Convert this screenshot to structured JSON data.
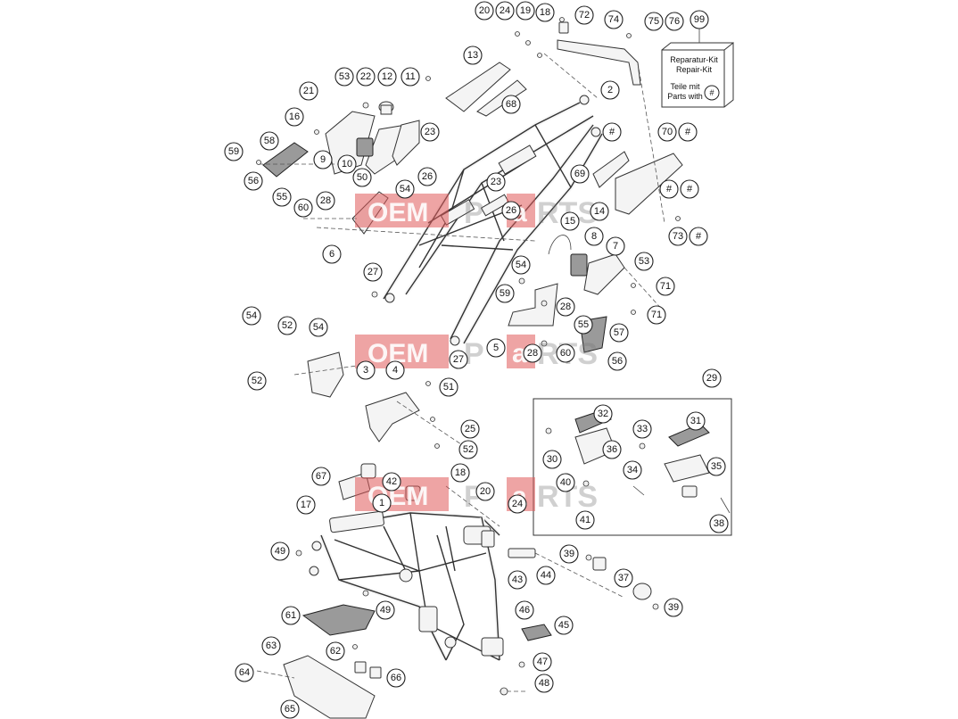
{
  "watermark": {
    "left": "OEM",
    "right_a": "P",
    "right_b": "a",
    "right_c": "RTS",
    "color": "#e05a5a"
  },
  "repair_kit": {
    "line1": "Reparatur-Kit",
    "line2": "Repair-Kit",
    "line3": "Teile mit",
    "line4": "Parts with",
    "symbol": "#"
  },
  "callout_labels": [
    "1",
    "2",
    "3",
    "4",
    "5",
    "6",
    "7",
    "8",
    "9",
    "10",
    "11",
    "12",
    "13",
    "14",
    "15",
    "16",
    "17",
    "18",
    "19",
    "20",
    "21",
    "22",
    "23",
    "24",
    "25",
    "26",
    "27",
    "28",
    "29",
    "30",
    "31",
    "32",
    "33",
    "34",
    "35",
    "36",
    "37",
    "38",
    "39",
    "40",
    "41",
    "42",
    "43",
    "44",
    "45",
    "46",
    "47",
    "48",
    "49",
    "50",
    "51",
    "52",
    "53",
    "54",
    "55",
    "56",
    "57",
    "58",
    "59",
    "60",
    "61",
    "62",
    "63",
    "64",
    "65",
    "66",
    "67",
    "68",
    "69",
    "70",
    "71",
    "72",
    "73",
    "74",
    "75",
    "76",
    "99",
    "#"
  ]
}
